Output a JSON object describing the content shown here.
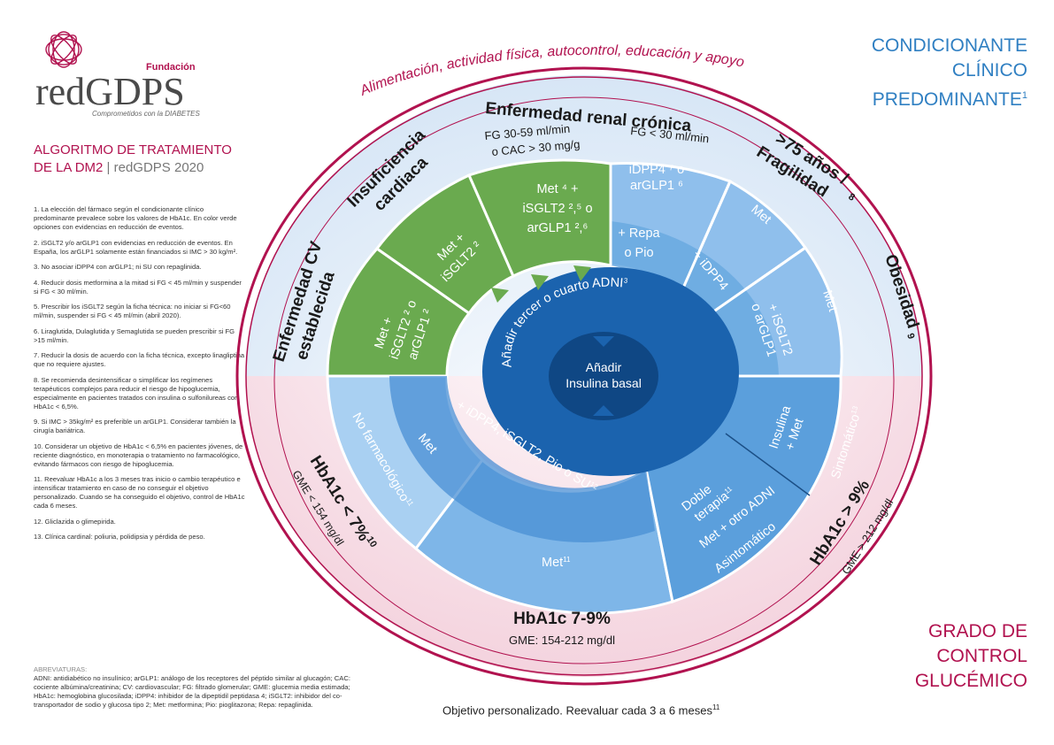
{
  "logo": {
    "foundation": "Fundación",
    "wordmark": "redGDPS",
    "tagline": "Comprometidos con la DIABETES"
  },
  "header": {
    "title_line1": "ALGORITMO DE TRATAMIENTO",
    "title_line2": "DE LA DM2",
    "separator": "|",
    "edition": "redGDPS 2020"
  },
  "notes": [
    "1. La elección del fármaco según el condicionante clínico predominante prevalece sobre los valores de HbA1c. En color verde opciones con evidencias en reducción de eventos.",
    "2. iSGLT2 y/o arGLP1 con evidencias en reducción de eventos. En España, los arGLP1 solamente están financiados si IMC > 30 kg/m².",
    "3. No asociar iDPP4 con arGLP1; ni SU con repaglinida.",
    "4. Reducir dosis metformina a la mitad si FG < 45 ml/min y suspender si FG < 30 ml/min.",
    "5. Prescribir los iSGLT2 según la ficha técnica: no iniciar si FG<60 ml/min, suspender si FG < 45 ml/min (abril 2020).",
    "6. Liraglutida, Dulaglutida y Semaglutida se pueden prescribir si FG >15 ml/min.",
    "7. Reducir la dosis de acuerdo con la ficha técnica, excepto linagliptina que no requiere ajustes.",
    "8. Se recomienda desintensificar o simplificar los regímenes terapéuticos complejos para reducir el riesgo de hipoglucemia, especialmente en pacientes tratados con insulina o sulfonilureas con HbA1c < 6,5%.",
    "9. Si IMC > 35kg/m² es preferible un arGLP1. Considerar también la cirugía bariátrica.",
    "10. Considerar un objetivo de HbA1c < 6,5% en pacientes jóvenes, de reciente diagnóstico, en monoterapia o tratamiento no farmacológico, evitando fármacos con riesgo de hipoglucemia.",
    "11. Reevaluar HbA1c a los 3 meses tras inicio o cambio terapéutico e intensificar tratamiento en caso de no conseguir el objetivo personalizado. Cuando se ha conseguido el objetivo, control de HbA1c cada 6 meses.",
    "12. Gliclazida o glimepirida.",
    "13. Clínica cardinal: poliuria, polidipsia y pérdida de peso."
  ],
  "abbreviations": {
    "heading": "ABREVIATURAS:",
    "text": "ADNI: antidiabético no insulínico; arGLP1: análogo de los receptores del péptido similar al glucagón; CAC: cociente albúmina/creatinina; CV: cardiovascular; FG: filtrado glomerular; GME: glucemia media estimada; HbA1c: hemoglobina glucosilada; iDPP4: inhibidor de la dipeptidil peptidasa 4; iSGLT2: inhibidor del co-transportador de sodio y glucosa tipo 2; Met: metformina; Pio: pioglitazona; Repa: repaglinida."
  },
  "corner_titles": {
    "top": [
      "CONDICIONANTE",
      "CLÍNICO",
      "PREDOMINANTE"
    ],
    "top_sup": "1",
    "bottom": [
      "GRADO DE",
      "CONTROL",
      "GLUCÉMICO"
    ]
  },
  "ring_text": "Alimentación, actividad física, autocontrol, educación y apoyo",
  "center": {
    "line1": "Añadir",
    "line2": "Insulina basal",
    "inner_ring": "Añadir tercer o cuarto ADNI",
    "inner_ring_sup": "3"
  },
  "conditions": {
    "cv": [
      "Enfermedad CV",
      "establecida"
    ],
    "heart": [
      "Insuficiencia",
      "cardiaca"
    ],
    "renal": {
      "title": "Enfermedad renal crónica",
      "fg1": "FG 30-59 ml/min",
      "fg1b": "o CAC > 30 mg/g",
      "fg2": "FG < 30 ml/min"
    },
    "frailty": [
      ">75 años /",
      "Fragilidad"
    ],
    "frailty_sup": "8",
    "obesity": "Obesidad",
    "obesity_sup": "9"
  },
  "sectors": {
    "cv": [
      "Met +",
      "iSGLT2 ² o",
      "arGLP1 ²"
    ],
    "heart": [
      "Met +",
      "iSGLT2 ²"
    ],
    "renal1": [
      "Met ⁴ +",
      "iSGLT2 ²,⁵ o",
      "arGLP1 ²,⁶"
    ],
    "renal2_outer": [
      "iDPP4 ⁷ o",
      "arGLP1 ⁶"
    ],
    "renal2_inner": [
      "+ Repa",
      "o Pio"
    ],
    "frailty_outer": "Met",
    "frailty_inner": "+ iDPP4",
    "obesity_outer": "Met",
    "obesity_inner": [
      "+ iSGLT2",
      "o arGLP1"
    ]
  },
  "glycemic": {
    "low": {
      "title": "HbA1c < 7%",
      "sup": "10",
      "sub": "GME < 154 mg/dl",
      "outer": "No farmacológico",
      "outer_sup": "11",
      "inner": "Met"
    },
    "mid": {
      "title": "HbA1c 7-9%",
      "sub": "GME: 154-212 mg/dl",
      "outer": "Met",
      "outer_sup": "11",
      "inner": "+ iDPP4, iSGLT2, Pio o SU",
      "inner_sup": "12"
    },
    "high": {
      "title": "HbA1c > 9%",
      "sub": "GME > 212 mg/dl",
      "asym": [
        "Doble",
        "terapia"
      ],
      "asym_sup": "11",
      "asym2": "Met + otro ADNI",
      "asym_label": "Asintomático",
      "sym": [
        "Insulina",
        "+ Met"
      ],
      "sym_label": "Sintomático",
      "sym_sup": "13"
    }
  },
  "footer": {
    "text": "Objetivo personalizado. Reevaluar cada 3 a 6 meses",
    "sup": "11"
  },
  "colors": {
    "brand": "#b1124f",
    "green": "#6aaa4f",
    "blue": "#2f7fc2",
    "light_blue": "#9cc8ef",
    "mid_blue": "#6aa9e0",
    "dark_blue": "#1b63ae"
  }
}
